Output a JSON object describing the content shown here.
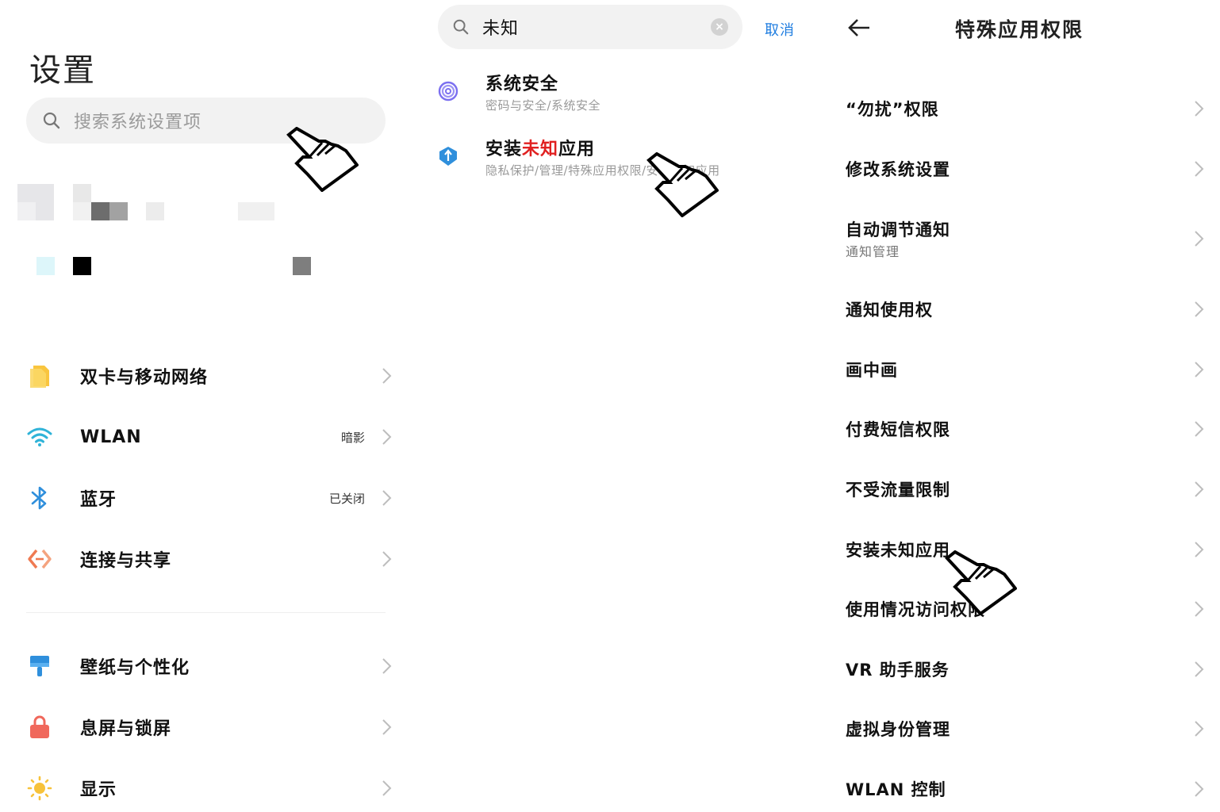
{
  "panel1": {
    "title": "设置",
    "search_placeholder": "搜索系统设置项",
    "section1": [
      {
        "label": "双卡与移动网络",
        "value": "",
        "icon": "sim-card-icon",
        "color": "#f7c23a"
      },
      {
        "label": "WLAN",
        "value": "暗影",
        "icon": "wifi-icon",
        "color": "#2fb3d8"
      },
      {
        "label": "蓝牙",
        "value": "已关闭",
        "icon": "bluetooth-icon",
        "color": "#2f8fdc"
      },
      {
        "label": "连接与共享",
        "value": "",
        "icon": "share-icon",
        "color": "#ef7a52"
      }
    ],
    "section2": [
      {
        "label": "壁纸与个性化",
        "value": "",
        "icon": "wallpaper-icon",
        "color": "#2f8fdc"
      },
      {
        "label": "息屏与锁屏",
        "value": "",
        "icon": "lock-icon",
        "color": "#f0685c"
      },
      {
        "label": "显示",
        "value": "",
        "icon": "sun-icon",
        "color": "#f7c23a"
      }
    ]
  },
  "panel2": {
    "search_value": "未知",
    "cancel_label": "取消",
    "results": [
      {
        "title_before": "系统安全",
        "title_highlight": "",
        "title_after": "",
        "subtitle": "密码与安全/系统安全",
        "icon": "fingerprint-icon",
        "color": "#7b6ff0"
      },
      {
        "title_before": "安装",
        "title_highlight": "未知",
        "title_after": "应用",
        "subtitle": "隐私保护/管理/特殊应用权限/安装未知应用",
        "icon": "shield-icon",
        "color": "#2f8fdc"
      }
    ]
  },
  "panel3": {
    "title": "特殊应用权限",
    "items": [
      {
        "label": "“勿扰”权限",
        "sub": ""
      },
      {
        "label": "修改系统设置",
        "sub": ""
      },
      {
        "label": "自动调节通知",
        "sub": "通知管理"
      },
      {
        "label": "通知使用权",
        "sub": ""
      },
      {
        "label": "画中画",
        "sub": ""
      },
      {
        "label": "付费短信权限",
        "sub": ""
      },
      {
        "label": "不受流量限制",
        "sub": ""
      },
      {
        "label": "安装未知应用",
        "sub": ""
      },
      {
        "label": "使用情况访问权限",
        "sub": ""
      },
      {
        "label": "VR 助手服务",
        "sub": ""
      },
      {
        "label": "虚拟身份管理",
        "sub": ""
      },
      {
        "label": "WLAN 控制",
        "sub": ""
      }
    ]
  }
}
